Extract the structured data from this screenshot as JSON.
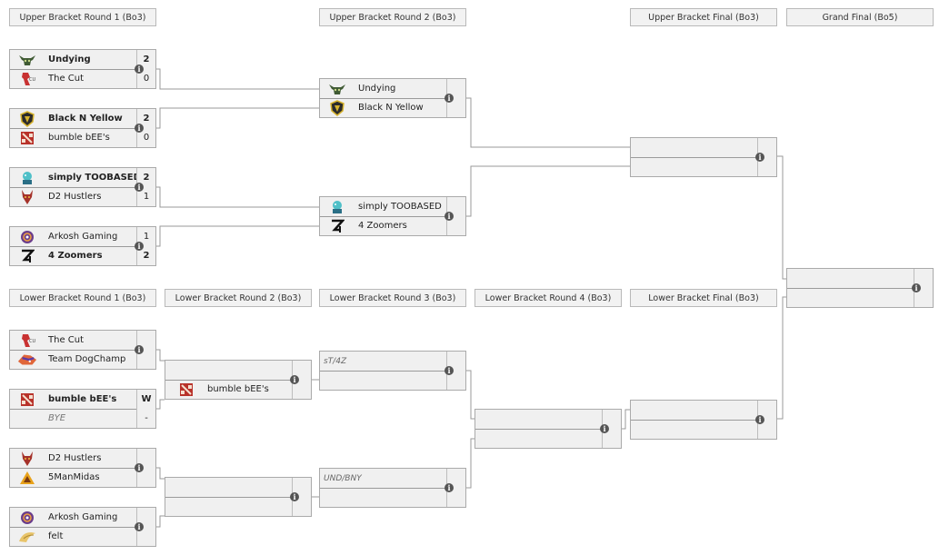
{
  "headers": {
    "ub_r1": "Upper Bracket Round 1 (Bo3)",
    "ub_r2": "Upper Bracket Round 2 (Bo3)",
    "ub_final": "Upper Bracket Final (Bo3)",
    "grand_final": "Grand Final (Bo5)",
    "lb_r1": "Lower Bracket Round 1 (Bo3)",
    "lb_r2": "Lower Bracket Round 2 (Bo3)",
    "lb_r3": "Lower Bracket Round 3 (Bo3)",
    "lb_r4": "Lower Bracket Round 4 (Bo3)",
    "lb_final": "Lower Bracket Final (Bo3)"
  },
  "info_icon": "i",
  "ub_r1": {
    "m1": {
      "t1": "Undying",
      "s1": "2",
      "t2": "The Cut",
      "s2": "0"
    },
    "m2": {
      "t1": "Black N Yellow",
      "s1": "2",
      "t2": "bumble bEE's",
      "s2": "0"
    },
    "m3": {
      "t1": "simply TOOBASED",
      "s1": "2",
      "t2": "D2 Hustlers",
      "s2": "1"
    },
    "m4": {
      "t1": "Arkosh Gaming",
      "s1": "1",
      "t2": "4 Zoomers",
      "s2": "2"
    }
  },
  "ub_r2": {
    "m1": {
      "t1": "Undying",
      "t2": "Black N Yellow"
    },
    "m2": {
      "t1": "simply TOOBASED",
      "t2": "4 Zoomers"
    }
  },
  "lb_r1": {
    "m1": {
      "t1": "The Cut",
      "t2": "Team DogChamp"
    },
    "m2": {
      "t1": "bumble bEE's",
      "s1": "W",
      "t2": "BYE",
      "s2": "-"
    },
    "m3": {
      "t1": "D2 Hustlers",
      "t2": "5ManMidas"
    },
    "m4": {
      "t1": "Arkosh Gaming",
      "t2": "felt"
    }
  },
  "lb_r2": {
    "m1": {
      "t2": "bumble bEE's"
    }
  },
  "lb_r3": {
    "m1": {
      "t1": "sT/4Z"
    },
    "m2": {
      "t1": "UND/BNY"
    }
  },
  "logos": {
    "undying": "bull-skull-icon",
    "the_cut": "cut-mascot-icon",
    "black_n_yellow": "gold-shield-icon",
    "bumble_bees": "dota-logo-icon",
    "simply_toobased": "cyan-mascot-icon",
    "d2_hustlers": "devil-head-icon",
    "arkosh": "purple-emblem-icon",
    "four_zoomers": "z4-logo-icon",
    "team_dogchamp": "dog-face-icon",
    "fivemanmidas": "triangle-logo-icon",
    "felt": "felt-wing-icon"
  },
  "colors": {
    "header_bg": "#f2f2f2",
    "match_bg": "#f0f0f0",
    "border": "#aaaaaa",
    "connector": "#9a9a9a",
    "info": "#555555"
  }
}
